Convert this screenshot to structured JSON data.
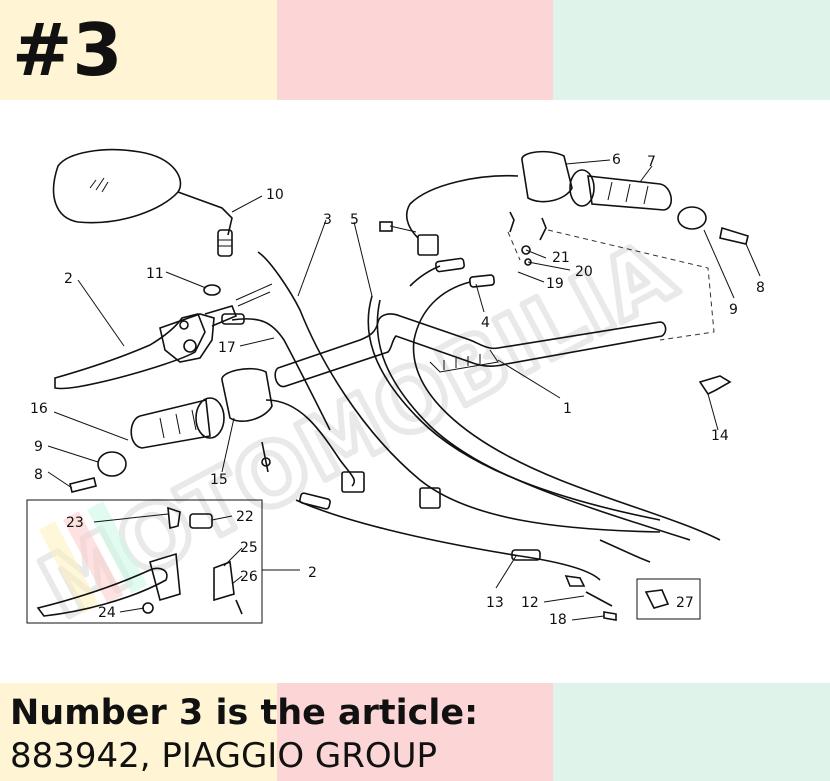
{
  "header": {
    "title": "#3"
  },
  "caption": {
    "line1": "Number 3 is the article:",
    "line2": "883942, PIAGGIO GROUP"
  },
  "watermark": {
    "text": "MOTOMOBILIA",
    "colors": [
      "#fde68a",
      "#fca5a5",
      "#a7f3d0"
    ]
  },
  "diagram": {
    "callouts": [
      {
        "id": "c1",
        "label": "1"
      },
      {
        "id": "c2a",
        "label": "2"
      },
      {
        "id": "c2b",
        "label": "2"
      },
      {
        "id": "c3",
        "label": "3"
      },
      {
        "id": "c4",
        "label": "4"
      },
      {
        "id": "c5",
        "label": "5"
      },
      {
        "id": "c6",
        "label": "6"
      },
      {
        "id": "c7",
        "label": "7"
      },
      {
        "id": "c8a",
        "label": "8"
      },
      {
        "id": "c8b",
        "label": "8"
      },
      {
        "id": "c9a",
        "label": "9"
      },
      {
        "id": "c9b",
        "label": "9"
      },
      {
        "id": "c10",
        "label": "10"
      },
      {
        "id": "c11",
        "label": "11"
      },
      {
        "id": "c12",
        "label": "12"
      },
      {
        "id": "c13",
        "label": "13"
      },
      {
        "id": "c14",
        "label": "14"
      },
      {
        "id": "c15",
        "label": "15"
      },
      {
        "id": "c16",
        "label": "16"
      },
      {
        "id": "c17",
        "label": "17"
      },
      {
        "id": "c18",
        "label": "18"
      },
      {
        "id": "c19",
        "label": "19"
      },
      {
        "id": "c20",
        "label": "20"
      },
      {
        "id": "c21",
        "label": "21"
      },
      {
        "id": "c22",
        "label": "22"
      },
      {
        "id": "c23",
        "label": "23"
      },
      {
        "id": "c24",
        "label": "24"
      },
      {
        "id": "c25",
        "label": "25"
      },
      {
        "id": "c26",
        "label": "26"
      },
      {
        "id": "c27",
        "label": "27"
      }
    ]
  }
}
